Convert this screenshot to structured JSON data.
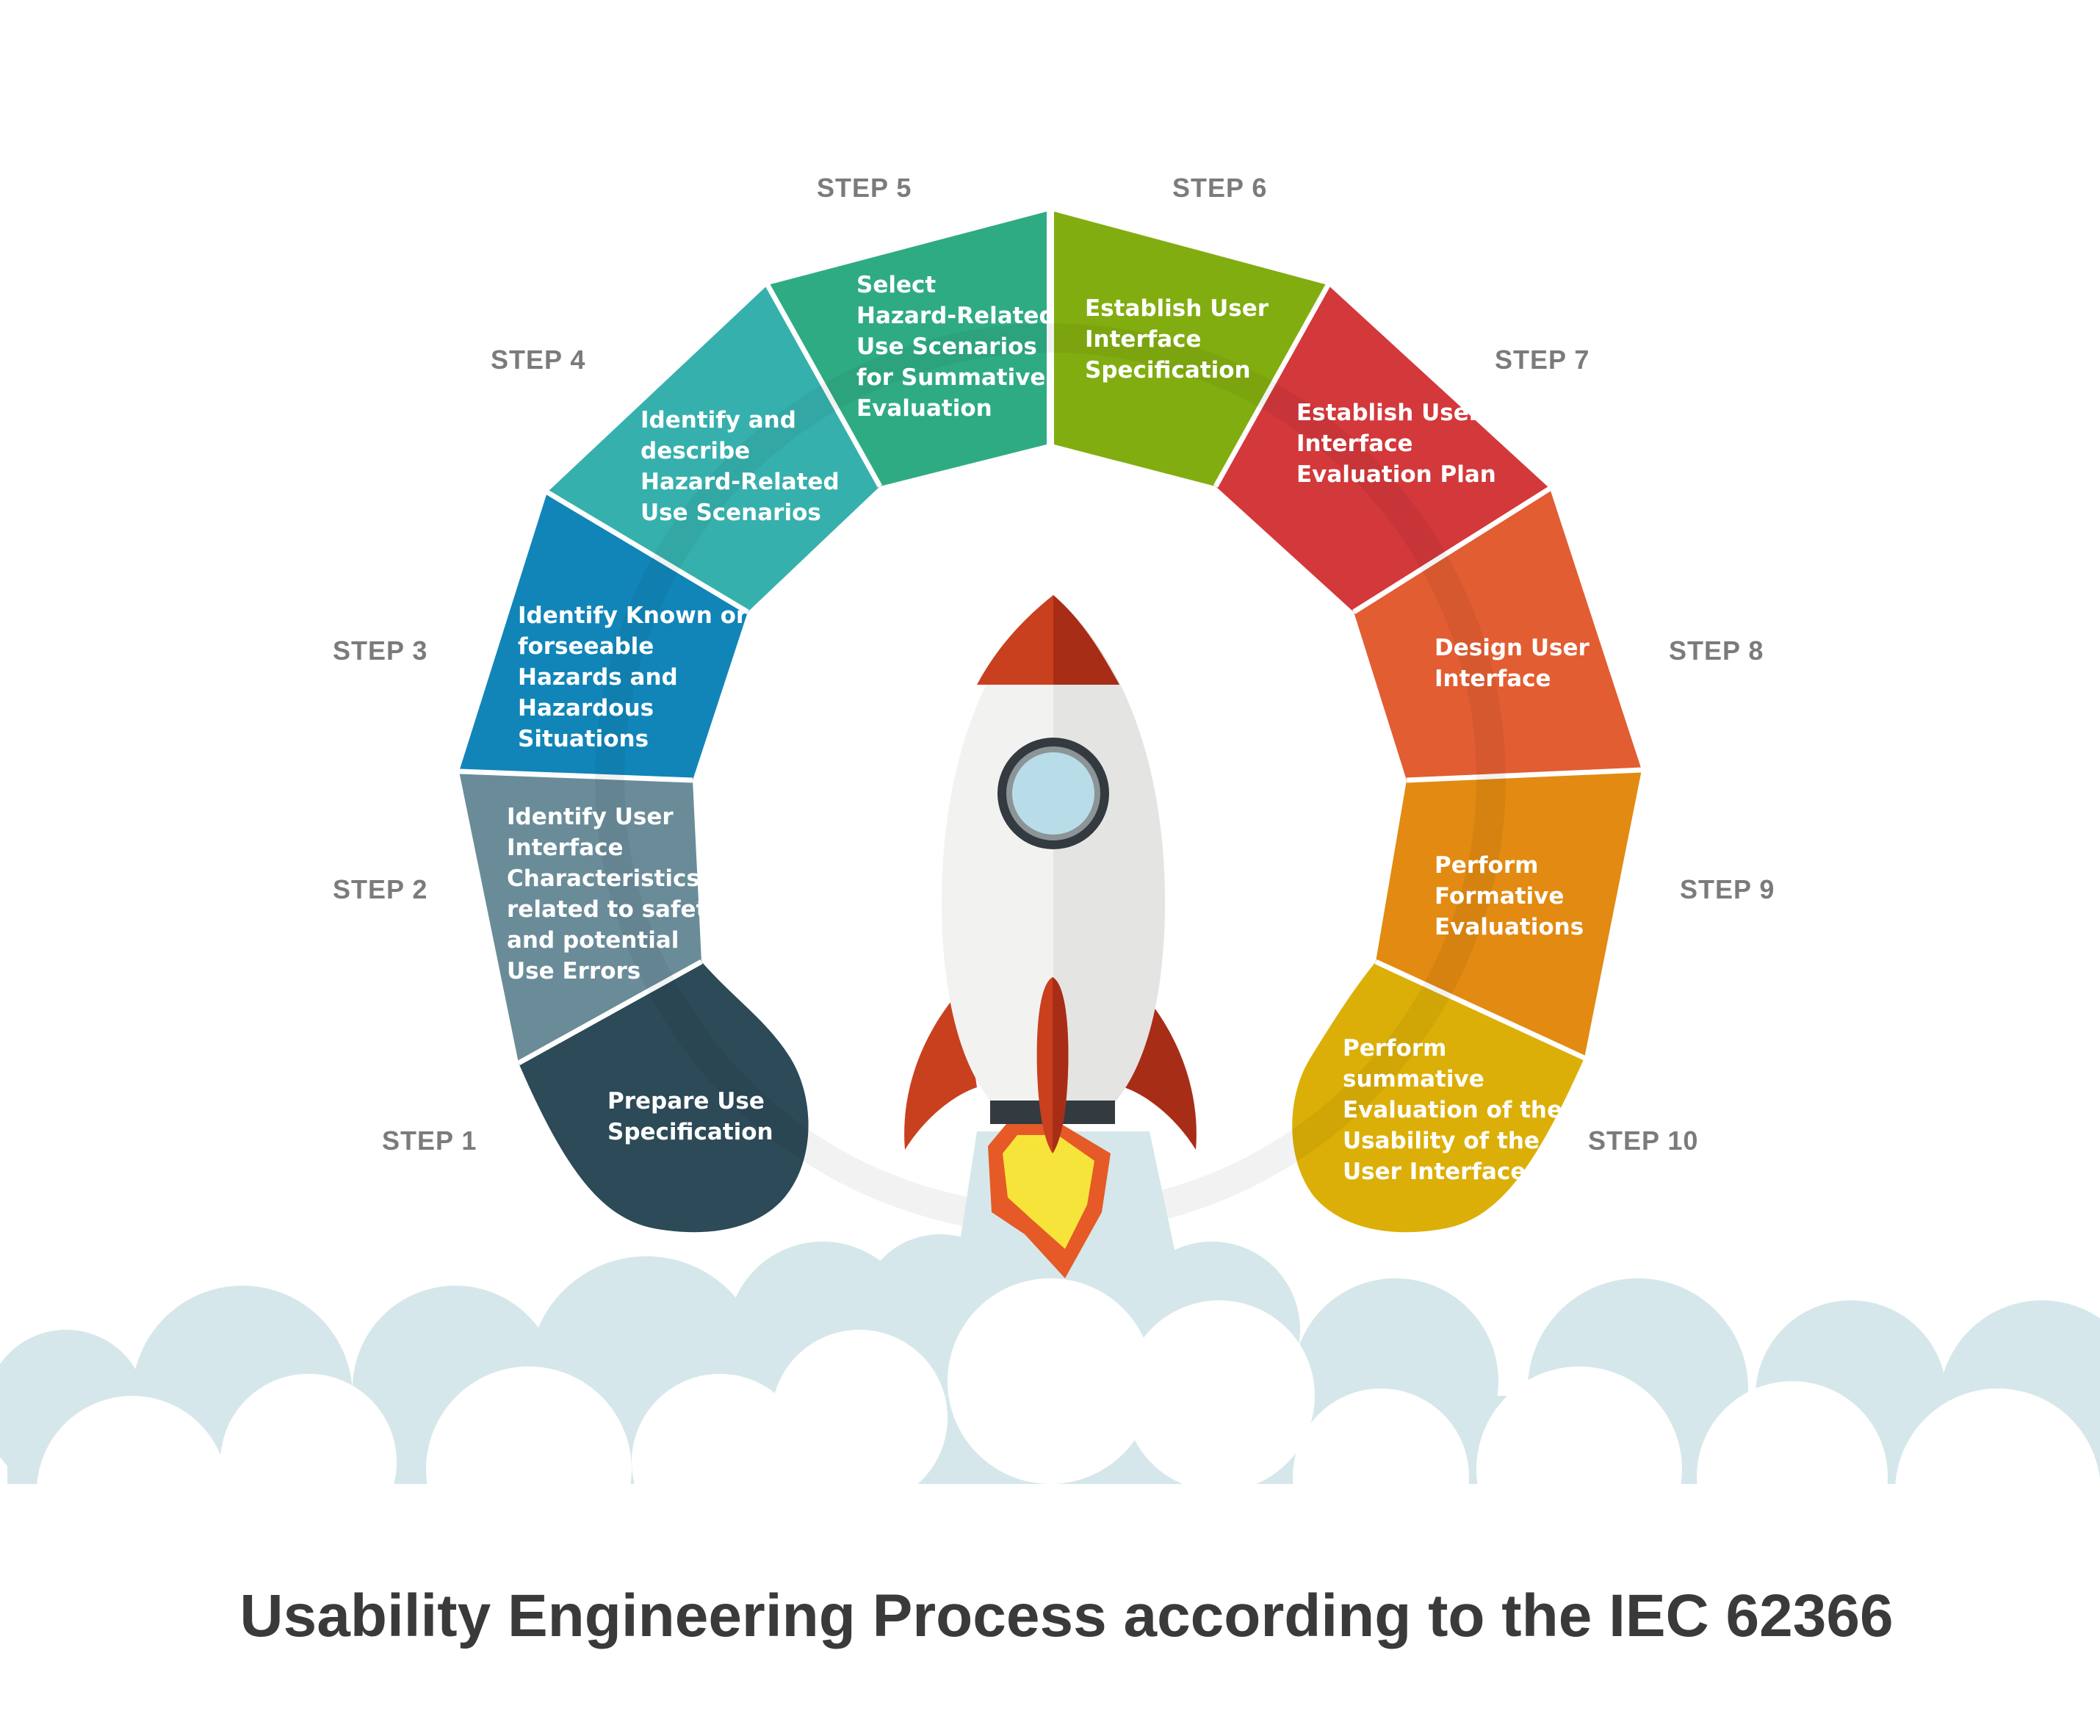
{
  "title": "Usability Engineering Process according to the IEC 62366",
  "steps": [
    {
      "label": "STEP 1",
      "color": "#2c4a57",
      "lines": [
        "Prepare Use",
        "Specification"
      ]
    },
    {
      "label": "STEP 2",
      "color": "#6a8c99",
      "lines": [
        "Identify User",
        "Interface",
        "Characteristics",
        "related to safety",
        "and potential",
        "Use Errors"
      ]
    },
    {
      "label": "STEP 3",
      "color": "#1185b8",
      "lines": [
        "Identify Known or",
        "forseeable",
        "Hazards and",
        "Hazardous",
        "Situations"
      ]
    },
    {
      "label": "STEP 4",
      "color": "#36b0ad",
      "lines": [
        "Identify and",
        "describe",
        "Hazard-Related",
        "Use Scenarios"
      ]
    },
    {
      "label": "STEP 5",
      "color": "#2fab84",
      "lines": [
        "Select",
        "Hazard-Related",
        "Use Scenarios",
        "for Summative",
        "Evaluation"
      ]
    },
    {
      "label": "STEP 6",
      "color": "#82ad10",
      "lines": [
        "Establish User",
        "Interface",
        "Specification"
      ]
    },
    {
      "label": "STEP 7",
      "color": "#d3383b",
      "lines": [
        "Establish User",
        "Interface",
        "Evaluation Plan"
      ]
    },
    {
      "label": "STEP 8",
      "color": "#e25d32",
      "lines": [
        "Design User",
        "Interface"
      ]
    },
    {
      "label": "STEP 9",
      "color": "#e28a12",
      "lines": [
        "Perform",
        "Formative",
        "Evaluations"
      ]
    },
    {
      "label": "STEP 10",
      "color": "#dcaf08",
      "lines": [
        "Perform",
        "summative",
        "Evaluation of the",
        "Usability of the",
        "User Interface"
      ]
    }
  ]
}
